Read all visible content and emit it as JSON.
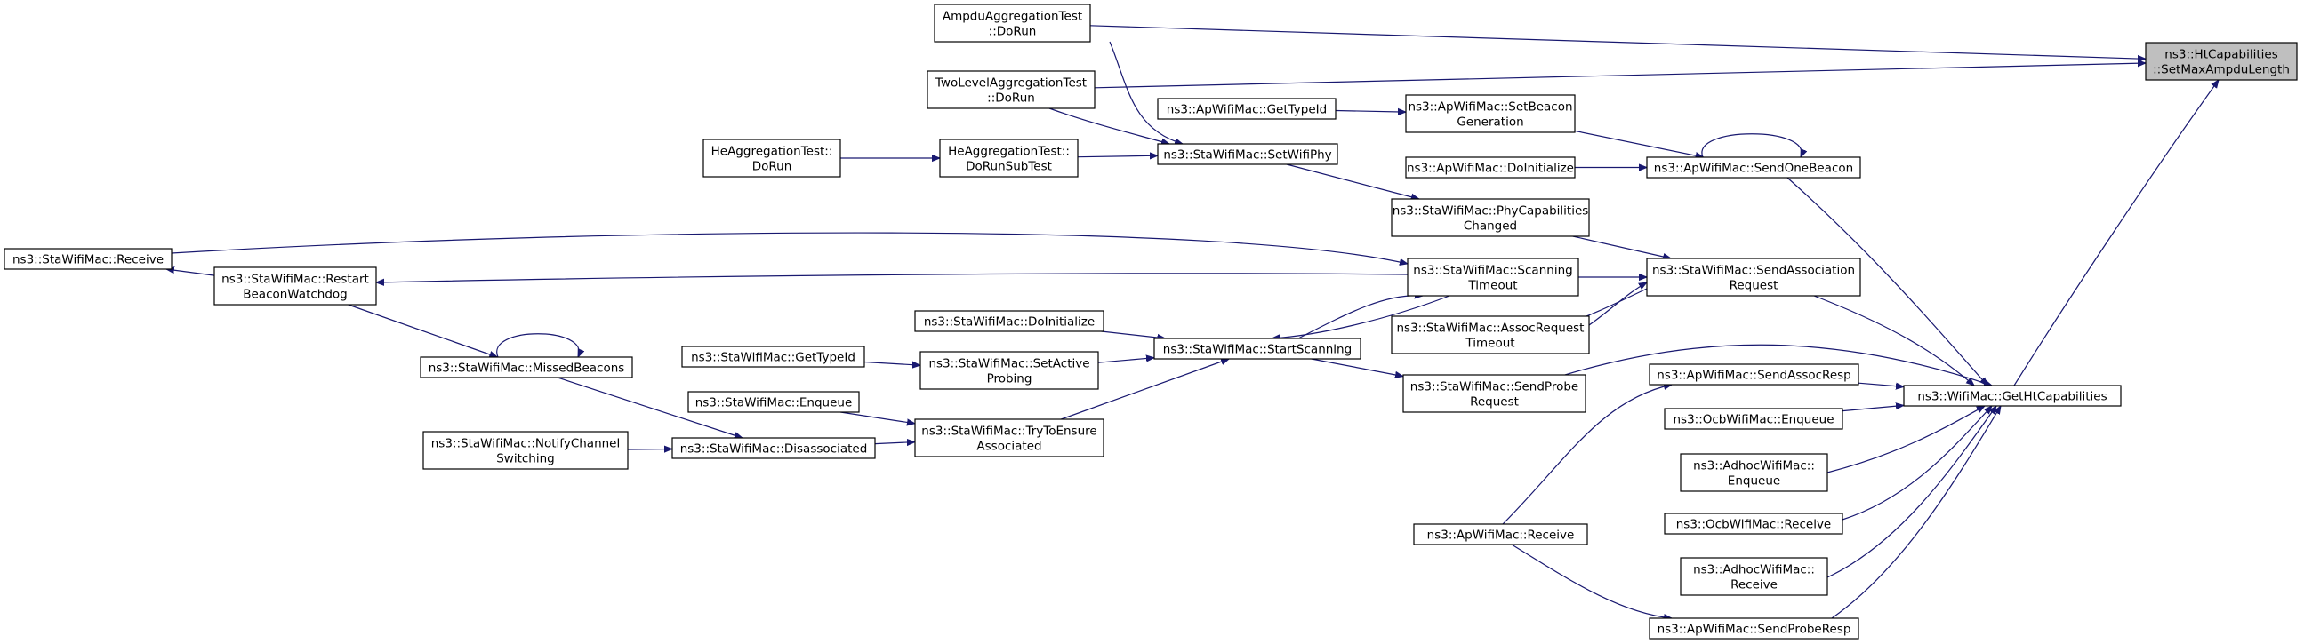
{
  "diagram": {
    "title": "",
    "colors": {
      "edge": "#191970",
      "root_fill": "#bfbfbf",
      "node_fill": "#ffffff",
      "border": "#000000"
    },
    "nodes": [
      {
        "id": "ht_setmaxampdu",
        "lines": [
          "ns3::HtCapabilities",
          "::SetMaxAmpduLength"
        ],
        "root": true
      },
      {
        "id": "ampdu_aggtest",
        "lines": [
          "AmpduAggregationTest",
          "::DoRun"
        ]
      },
      {
        "id": "twolevel_aggtest",
        "lines": [
          "TwoLevelAggregationTest",
          "::DoRun"
        ]
      },
      {
        "id": "he_aggtest_dorun",
        "lines": [
          "HeAggregationTest::",
          "DoRun"
        ]
      },
      {
        "id": "he_aggtest_subtest",
        "lines": [
          "HeAggregationTest::",
          "DoRunSubTest"
        ]
      },
      {
        "id": "ap_gettypeid",
        "lines": [
          "ns3::ApWifiMac::GetTypeId"
        ]
      },
      {
        "id": "ap_setbeacongen",
        "lines": [
          "ns3::ApWifiMac::SetBeacon",
          "Generation"
        ]
      },
      {
        "id": "sta_setwifiphy",
        "lines": [
          "ns3::StaWifiMac::SetWifiPhy"
        ]
      },
      {
        "id": "ap_doinitialize",
        "lines": [
          "ns3::ApWifiMac::DoInitialize"
        ]
      },
      {
        "id": "ap_sendonebeacon",
        "lines": [
          "ns3::ApWifiMac::SendOneBeacon"
        ]
      },
      {
        "id": "sta_phycapchanged",
        "lines": [
          "ns3::StaWifiMac::PhyCapabilities",
          "Changed"
        ]
      },
      {
        "id": "sta_receive",
        "lines": [
          "ns3::StaWifiMac::Receive"
        ]
      },
      {
        "id": "sta_restartbeacon",
        "lines": [
          "ns3::StaWifiMac::Restart",
          "BeaconWatchdog"
        ]
      },
      {
        "id": "sta_scantimeout",
        "lines": [
          "ns3::StaWifiMac::Scanning",
          "Timeout"
        ]
      },
      {
        "id": "sta_sendassocreq",
        "lines": [
          "ns3::StaWifiMac::SendAssociation",
          "Request"
        ]
      },
      {
        "id": "sta_doinitialize",
        "lines": [
          "ns3::StaWifiMac::DoInitialize"
        ]
      },
      {
        "id": "sta_assocreqtimeout",
        "lines": [
          "ns3::StaWifiMac::AssocRequest",
          "Timeout"
        ]
      },
      {
        "id": "sta_gettypeid",
        "lines": [
          "ns3::StaWifiMac::GetTypeId"
        ]
      },
      {
        "id": "sta_setactiveprobing",
        "lines": [
          "ns3::StaWifiMac::SetActive",
          "Probing"
        ]
      },
      {
        "id": "sta_startscanning",
        "lines": [
          "ns3::StaWifiMac::StartScanning"
        ]
      },
      {
        "id": "sta_missedbeacons",
        "lines": [
          "ns3::StaWifiMac::MissedBeacons"
        ]
      },
      {
        "id": "sta_sendprobereq",
        "lines": [
          "ns3::StaWifiMac::SendProbe",
          "Request"
        ]
      },
      {
        "id": "ap_sendassocresp",
        "lines": [
          "ns3::ApWifiMac::SendAssocResp"
        ]
      },
      {
        "id": "wifi_gethtcap",
        "lines": [
          "ns3::WifiMac::GetHtCapabilities"
        ]
      },
      {
        "id": "sta_enqueue",
        "lines": [
          "ns3::StaWifiMac::Enqueue"
        ]
      },
      {
        "id": "ocb_enqueue",
        "lines": [
          "ns3::OcbWifiMac::Enqueue"
        ]
      },
      {
        "id": "sta_trytoensure",
        "lines": [
          "ns3::StaWifiMac::TryToEnsure",
          "Associated"
        ]
      },
      {
        "id": "sta_notifychannel",
        "lines": [
          "ns3::StaWifiMac::NotifyChannel",
          "Switching"
        ]
      },
      {
        "id": "sta_disassociated",
        "lines": [
          "ns3::StaWifiMac::Disassociated"
        ]
      },
      {
        "id": "adhoc_enqueue",
        "lines": [
          "ns3::AdhocWifiMac::",
          "Enqueue"
        ]
      },
      {
        "id": "ocb_receive",
        "lines": [
          "ns3::OcbWifiMac::Receive"
        ]
      },
      {
        "id": "ap_receive",
        "lines": [
          "ns3::ApWifiMac::Receive"
        ]
      },
      {
        "id": "adhoc_receive",
        "lines": [
          "ns3::AdhocWifiMac::",
          "Receive"
        ]
      },
      {
        "id": "ap_sendproberesp",
        "lines": [
          "ns3::ApWifiMac::SendProbeResp"
        ]
      }
    ],
    "edges": [
      {
        "from": "ampdu_aggtest",
        "to": "ht_setmaxampdu"
      },
      {
        "from": "twolevel_aggtest",
        "to": "ht_setmaxampdu"
      },
      {
        "from": "wifi_gethtcap",
        "to": "ht_setmaxampdu"
      },
      {
        "from": "ampdu_aggtest",
        "to": "sta_setwifiphy"
      },
      {
        "from": "twolevel_aggtest",
        "to": "sta_setwifiphy"
      },
      {
        "from": "he_aggtest_subtest",
        "to": "sta_setwifiphy"
      },
      {
        "from": "he_aggtest_dorun",
        "to": "he_aggtest_subtest"
      },
      {
        "from": "ap_gettypeid",
        "to": "ap_setbeacongen"
      },
      {
        "from": "ap_setbeacongen",
        "to": "ap_sendonebeacon"
      },
      {
        "from": "ap_doinitialize",
        "to": "ap_sendonebeacon"
      },
      {
        "from": "ap_sendonebeacon",
        "to": "ap_sendonebeacon"
      },
      {
        "from": "ap_sendonebeacon",
        "to": "wifi_gethtcap"
      },
      {
        "from": "sta_setwifiphy",
        "to": "sta_phycapchanged"
      },
      {
        "from": "sta_phycapchanged",
        "to": "sta_sendassocreq"
      },
      {
        "from": "sta_receive",
        "to": "sta_scantimeout"
      },
      {
        "from": "sta_scantimeout",
        "to": "sta_restartbeacon"
      },
      {
        "from": "sta_restartbeacon",
        "to": "sta_receive"
      },
      {
        "from": "sta_scantimeout",
        "to": "sta_sendassocreq"
      },
      {
        "from": "sta_assocreqtimeout",
        "to": "sta_sendassocreq"
      },
      {
        "from": "sta_sendassocreq",
        "to": "sta_assocreqtimeout"
      },
      {
        "from": "sta_sendassocreq",
        "to": "wifi_gethtcap"
      },
      {
        "from": "sta_scantimeout",
        "to": "sta_startscanning"
      },
      {
        "from": "sta_startscanning",
        "to": "sta_scantimeout"
      },
      {
        "from": "sta_doinitialize",
        "to": "sta_startscanning"
      },
      {
        "from": "sta_setactiveprobing",
        "to": "sta_startscanning"
      },
      {
        "from": "sta_gettypeid",
        "to": "sta_setactiveprobing"
      },
      {
        "from": "sta_trytoensure",
        "to": "sta_startscanning"
      },
      {
        "from": "sta_startscanning",
        "to": "sta_sendprobereq"
      },
      {
        "from": "sta_sendprobereq",
        "to": "wifi_gethtcap"
      },
      {
        "from": "sta_restartbeacon",
        "to": "sta_missedbeacons"
      },
      {
        "from": "sta_missedbeacons",
        "to": "sta_missedbeacons"
      },
      {
        "from": "sta_missedbeacons",
        "to": "sta_disassociated"
      },
      {
        "from": "sta_notifychannel",
        "to": "sta_disassociated"
      },
      {
        "from": "sta_disassociated",
        "to": "sta_trytoensure"
      },
      {
        "from": "sta_enqueue",
        "to": "sta_trytoensure"
      },
      {
        "from": "ap_sendassocresp",
        "to": "wifi_gethtcap"
      },
      {
        "from": "ocb_enqueue",
        "to": "wifi_gethtcap"
      },
      {
        "from": "adhoc_enqueue",
        "to": "wifi_gethtcap"
      },
      {
        "from": "ocb_receive",
        "to": "wifi_gethtcap"
      },
      {
        "from": "adhoc_receive",
        "to": "wifi_gethtcap"
      },
      {
        "from": "ap_sendproberesp",
        "to": "wifi_gethtcap"
      },
      {
        "from": "ap_receive",
        "to": "ap_sendassocresp"
      },
      {
        "from": "ap_receive",
        "to": "ap_sendproberesp"
      }
    ]
  }
}
